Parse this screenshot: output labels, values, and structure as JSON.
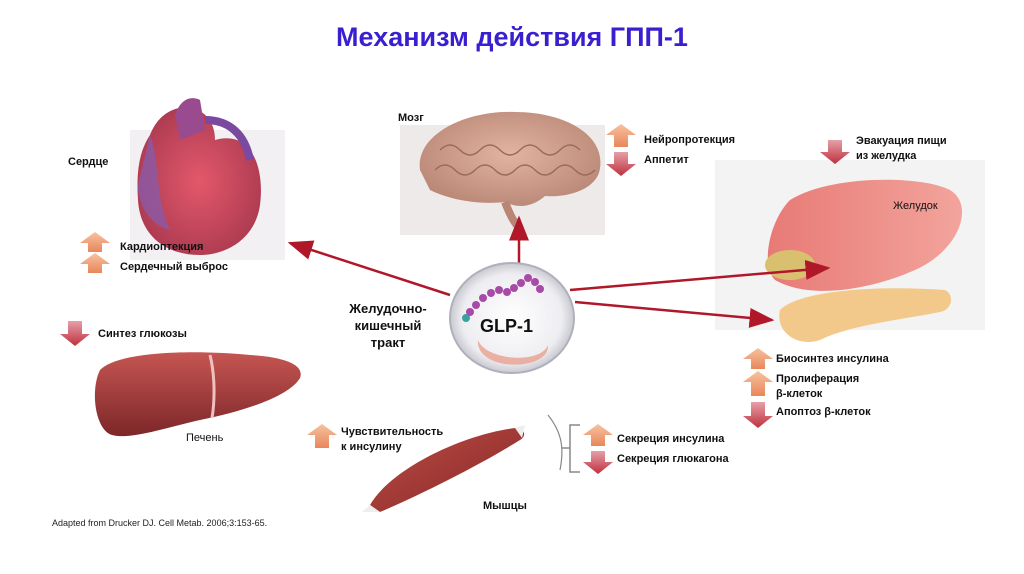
{
  "title": "Механизм действия ГПП-1",
  "center": {
    "label_line1": "Желудочно-",
    "label_line2": "кишечный",
    "label_line3": "тракт",
    "hormone": "GLP-1"
  },
  "heart": {
    "name": "Сердце",
    "effects": [
      "Кардиоптекция",
      "Сердечный выброс"
    ]
  },
  "brain": {
    "name": "Мозг",
    "effects": [
      "Нейропротекция",
      "Аппетит"
    ]
  },
  "stomach": {
    "effect_line1": "Эвакуация пищи",
    "effect_line2": "из желудка",
    "name": "Желудок"
  },
  "pancreas": {
    "effects": [
      "Биосинтез инсулина",
      "Пролиферация",
      "β-клеток",
      "Апоптоз β-клеток"
    ]
  },
  "liver": {
    "effect": "Синтез глюкозы",
    "name": "Печень"
  },
  "muscle": {
    "effect_line1": "Чувствительность",
    "effect_line2": "к инсулину",
    "name": "Мышцы"
  },
  "secretion": {
    "effects": [
      "Секреция инсулина",
      "Секреция глюкагона"
    ]
  },
  "source": "Adapted from Drucker DJ. Cell Metab. 2006;3:153-65.",
  "colors": {
    "title": "#3a1fd0",
    "arrow_line": "#b0182a",
    "up_arrow": "#f0a080",
    "down_arrow": "#c83a48"
  }
}
